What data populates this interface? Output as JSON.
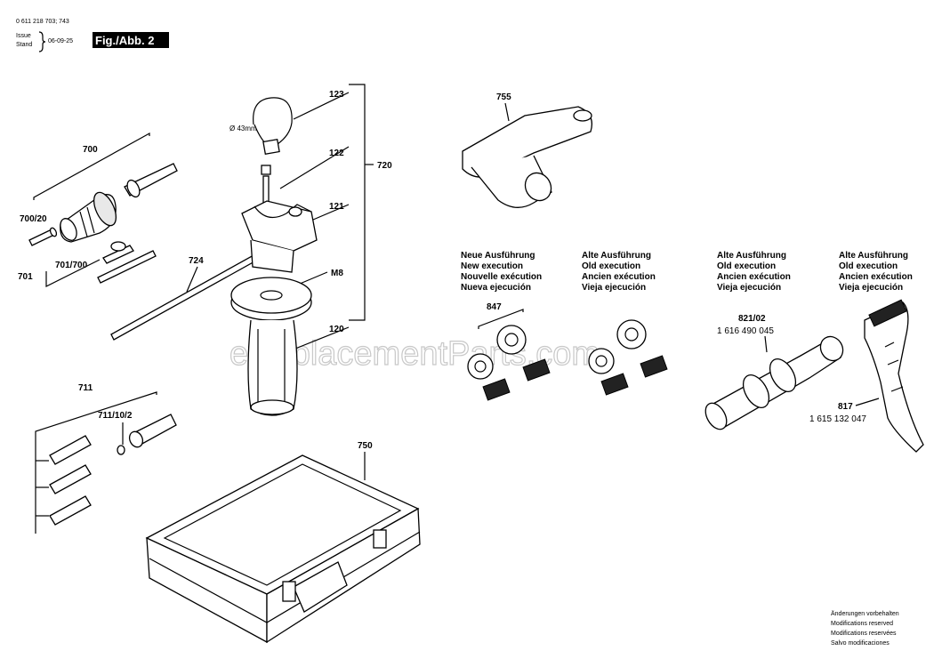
{
  "header": {
    "doc_number": "0 611 218 703; 743",
    "issue_label": "Issue",
    "stand_label": "Stand",
    "date": "06-09-25",
    "fig_label": "Fig./Abb. 2"
  },
  "watermark": "eReplacementParts.com",
  "parts": {
    "p700": "700",
    "p700_20": "700/20",
    "p701": "701",
    "p701_700": "701/700",
    "p724": "724",
    "p123": "123",
    "p122": "122",
    "p121": "121",
    "p720": "720",
    "pM8": "M8",
    "p120": "120",
    "diam": "Ø 43mm",
    "p711": "711",
    "p711_10_2": "711/10/2",
    "p750": "750",
    "p755": "755",
    "p847": "847",
    "p821_02": "821/02",
    "p821_02_num": "1 616 490 045",
    "p817": "817",
    "p817_num": "1 615 132 047"
  },
  "execution_labels": {
    "new": [
      "Neue Ausführung",
      "New execution",
      "Nouvelle exécution",
      "Nueva ejecución"
    ],
    "old1": [
      "Alte Ausführung",
      "Old execution",
      "Ancien exécution",
      "Vieja ejecución"
    ],
    "old2": [
      "Alte Ausführung",
      "Old execution",
      "Ancien exécution",
      "Vieja ejecución"
    ],
    "old3": [
      "Alte Ausführung",
      "Old execution",
      "Ancien exécution",
      "Vieja ejecución"
    ]
  },
  "footer": [
    "Änderungen vorbehalten",
    "Modifications reserved",
    "Modifications reservées",
    "Salvo modificaciones"
  ]
}
